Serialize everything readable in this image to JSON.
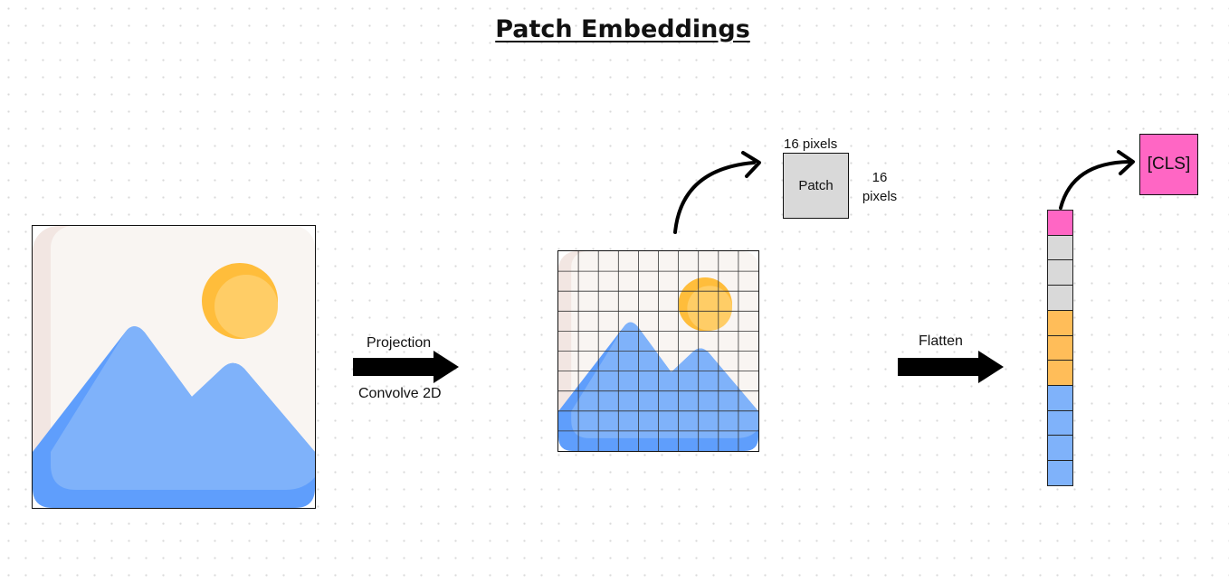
{
  "title": "Patch Embeddings",
  "projection_label": "Projection",
  "convolve_label": "Convolve 2D",
  "flatten_label": "Flatten",
  "patch": {
    "label": "Patch",
    "width_label": "16 pixels",
    "height_label_number": "16",
    "height_label_unit": "pixels"
  },
  "cls_label": "[CLS]",
  "tokens": [
    "pink",
    "gray",
    "gray",
    "gray",
    "orange",
    "orange",
    "orange",
    "blue",
    "blue",
    "blue",
    "blue"
  ],
  "colors": {
    "pink": "#ff66c4",
    "gray": "#d9d9d9",
    "orange": "#ffbd59",
    "blue": "#7fb2fa",
    "mountain": "#7fb2fa",
    "mountain_shadow": "#5f9efc",
    "sun": "#ffc54d",
    "sky": "#f9f5f2"
  }
}
